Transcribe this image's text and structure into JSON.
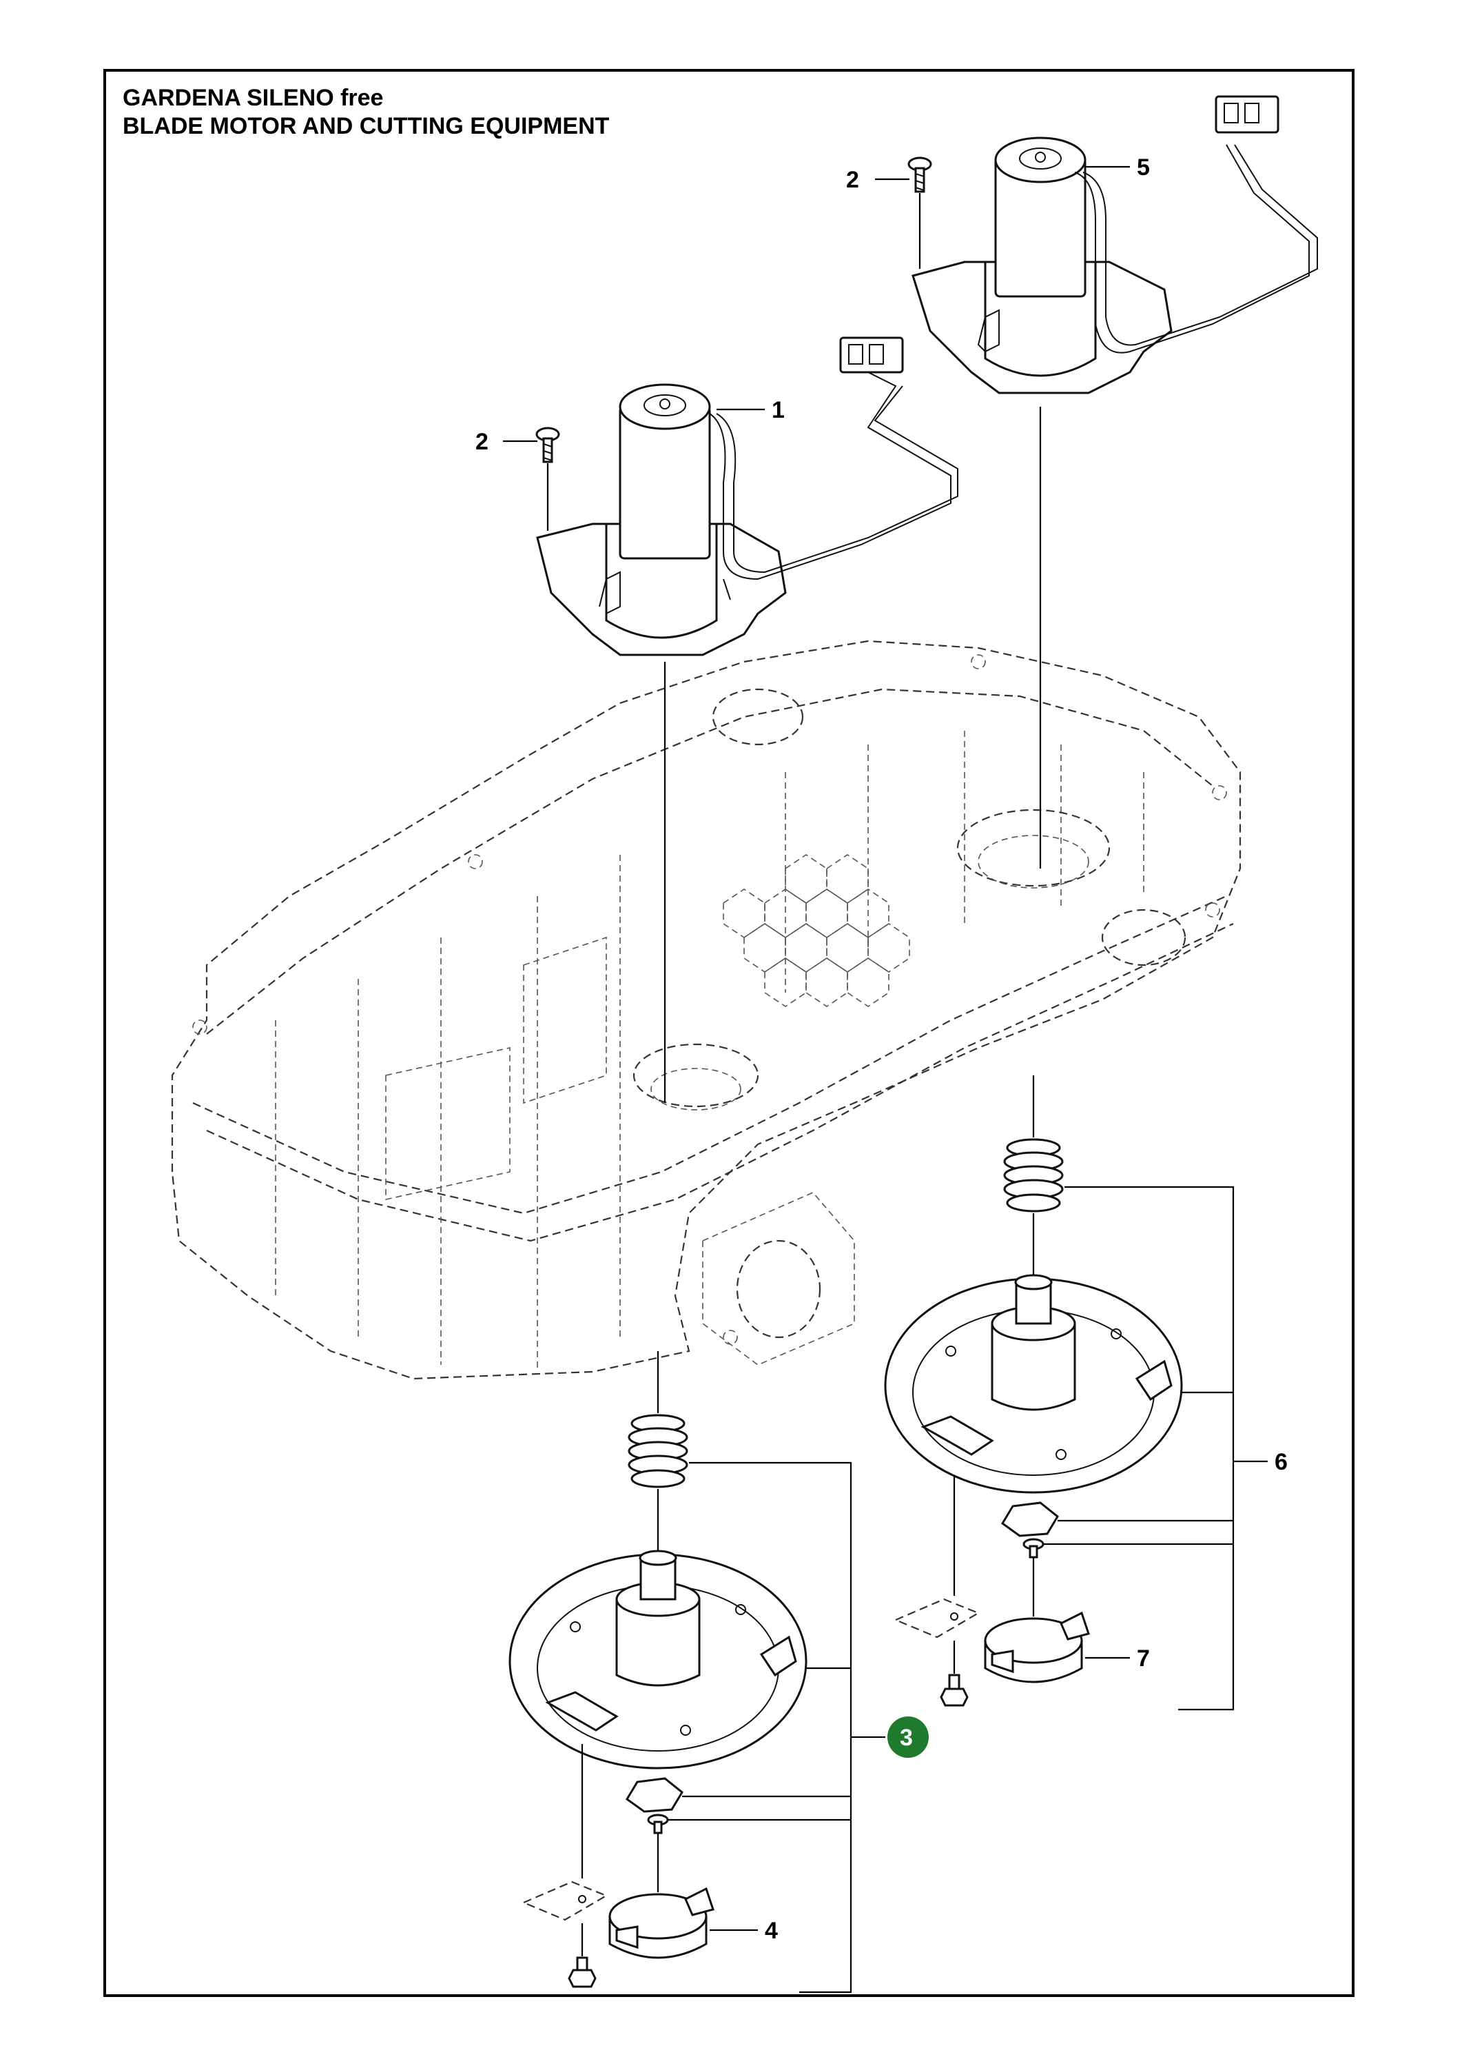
{
  "title": {
    "line1": "GARDENA SILENO free",
    "line2": "BLADE MOTOR AND CUTTING EQUIPMENT"
  },
  "callouts": [
    {
      "label": "1"
    },
    {
      "label": "2"
    },
    {
      "label": "2"
    },
    {
      "label": "3",
      "highlight_color": "#1f7a2e"
    },
    {
      "label": "4"
    },
    {
      "label": "5"
    },
    {
      "label": "6"
    },
    {
      "label": "7"
    }
  ],
  "colors": {
    "line": "#000000",
    "highlight": "#1f7a2e",
    "background": "#ffffff"
  }
}
